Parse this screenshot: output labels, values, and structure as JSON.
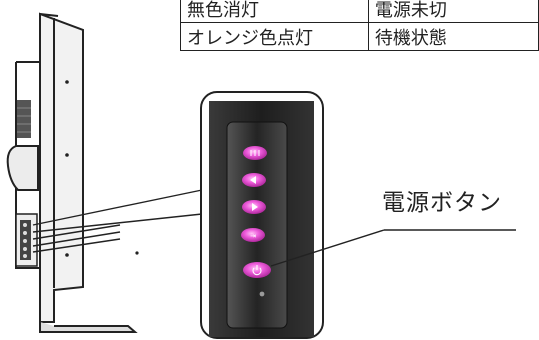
{
  "status_table": {
    "rows": [
      {
        "indicator": "無色消灯",
        "meaning": "電源未切"
      },
      {
        "indicator": "オレンジ色点灯",
        "meaning": "待機状態"
      }
    ]
  },
  "callout": {
    "power_button_label": "電源ボタン"
  },
  "colors": {
    "panel_dark": "#2a2a2a",
    "button_pink": "#e64fd6",
    "button_highlight": "#ffb3f2",
    "line": "#222222"
  },
  "icons": [
    "menu-icon",
    "left-arrow-icon",
    "right-arrow-icon",
    "input-icon",
    "power-icon",
    "led-icon"
  ]
}
